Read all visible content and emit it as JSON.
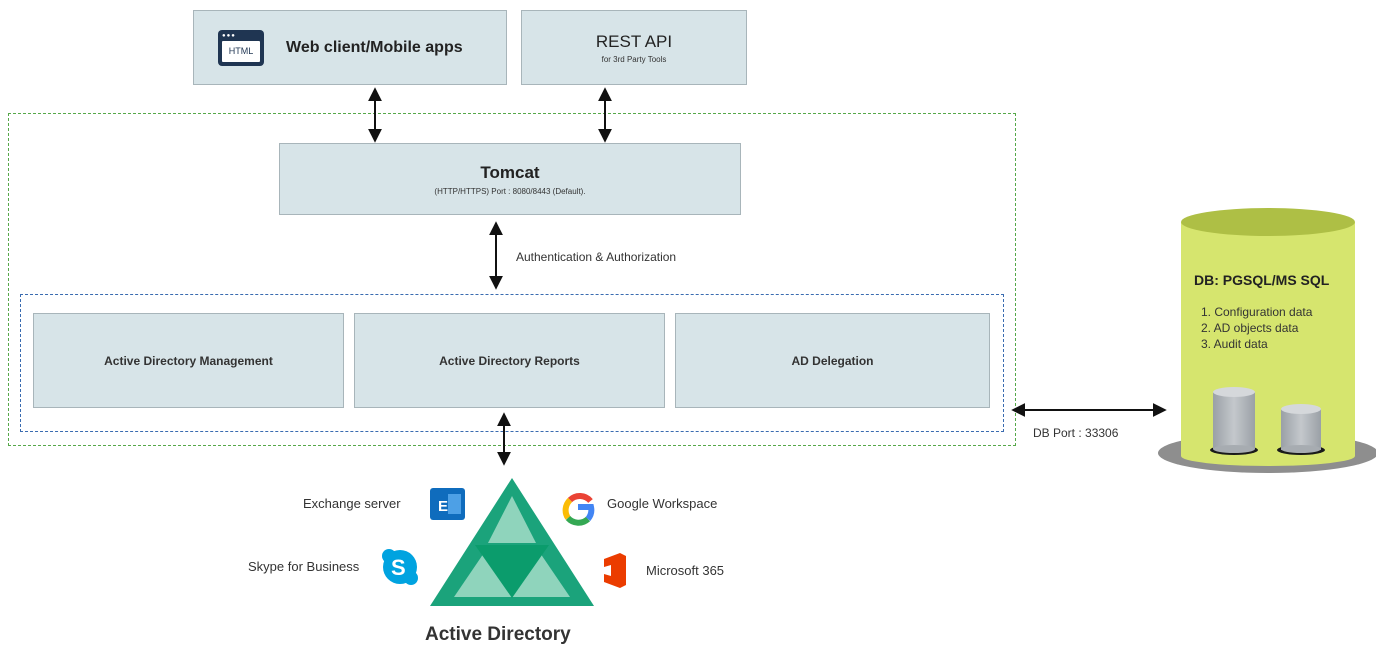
{
  "clients": {
    "web": {
      "icon_text": "HTML",
      "label": "Web client/Mobile apps"
    },
    "rest": {
      "title": "REST API",
      "subtitle": "for 3rd Party Tools"
    }
  },
  "tomcat": {
    "title": "Tomcat",
    "subtitle": "(HTTP/HTTPS) Port : 8080/8443 (Default)."
  },
  "auth_label": "Authentication & Authorization",
  "modules": [
    {
      "label": "Active Directory Management"
    },
    {
      "label": "Active Directory Reports"
    },
    {
      "label": "AD Delegation"
    }
  ],
  "db": {
    "title": "DB: PGSQL/MS SQL",
    "items": [
      "1. Configuration data",
      "2. AD objects data",
      "3. Audit data"
    ],
    "port_label": "DB Port : 33306"
  },
  "integrations": {
    "exchange": "Exchange server",
    "google": "Google Workspace",
    "skype": "Skype for Business",
    "m365": "Microsoft 365"
  },
  "ad_label": "Active Directory",
  "colors": {
    "box_fill": "#d7e4e8",
    "green_dash": "#56a849",
    "blue_dash": "#3a6bb0",
    "db_body": "#cfe06a",
    "ad_green": "#1ba37b"
  }
}
